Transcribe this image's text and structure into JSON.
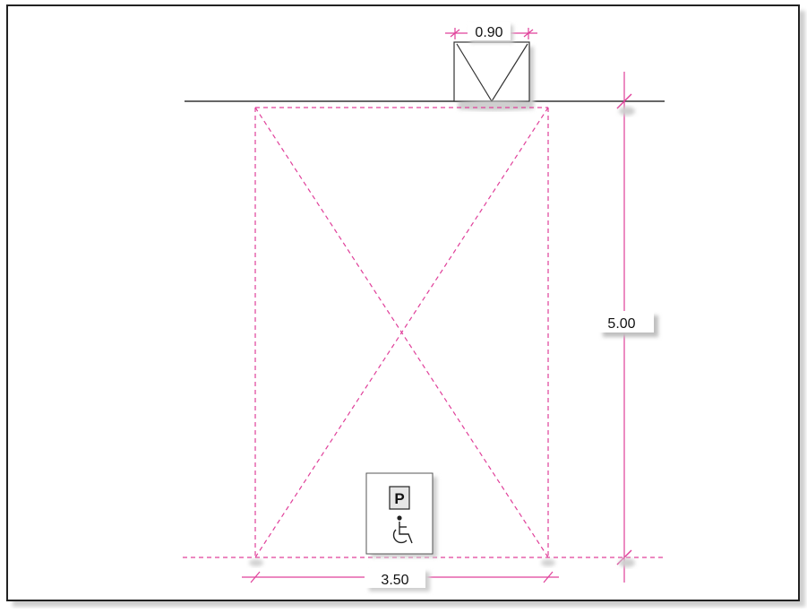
{
  "drawing": {
    "dimensions": {
      "door_width": "0.90",
      "stall_length": "5.00",
      "stall_width": "3.50"
    },
    "sign": {
      "letter": "P",
      "icon": "wheelchair-icon"
    },
    "colors": {
      "stall_outline": "#e0409a",
      "dimension_line": "#e0409a",
      "wall_line": "#333333",
      "frame": "#222222",
      "shadow": "#c8c8c8"
    }
  }
}
